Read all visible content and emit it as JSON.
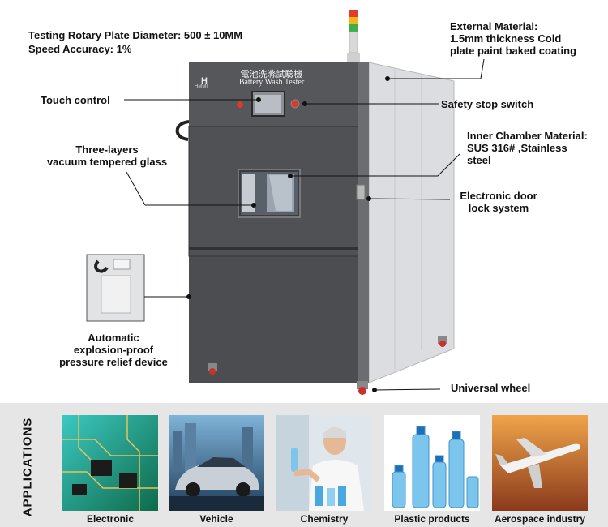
{
  "specs": {
    "line1": "Testing Rotary Plate Diameter: 500 ± 10MM",
    "line2": "Speed Accuracy: 1%"
  },
  "machine": {
    "title_cn": "電池洗滌試驗機",
    "title_en": "Battery Wash Tester",
    "logo_text": "HMMI",
    "body_color": "#4a4c50",
    "side_color": "#dcdde0"
  },
  "callouts": {
    "external_material": [
      "External Material:",
      "1.5mm thickness Cold",
      "plate paint baked coating"
    ],
    "touch_control": "Touch control",
    "safety_stop": "Safety stop switch",
    "glass": [
      "Three-layers",
      "vacuum tempered glass"
    ],
    "inner_chamber": [
      "Inner Chamber Material:",
      "SUS 316# ,Stainless",
      "steel"
    ],
    "door_lock": [
      "Electronic door",
      "lock system"
    ],
    "relief": [
      "Automatic",
      "explosion-proof",
      "pressure relief device"
    ],
    "wheel": "Universal wheel"
  },
  "applications": {
    "heading": "APPLICATIONS",
    "items": [
      {
        "label": "Electronic",
        "icon": "circuit-board-photo"
      },
      {
        "label": "Vehicle",
        "icon": "car-photo"
      },
      {
        "label": "Chemistry",
        "icon": "scientist-photo"
      },
      {
        "label": "Plastic products",
        "icon": "plastic-bottles-photo"
      },
      {
        "label": "Aerospace industry",
        "icon": "airplane-photo"
      }
    ]
  }
}
